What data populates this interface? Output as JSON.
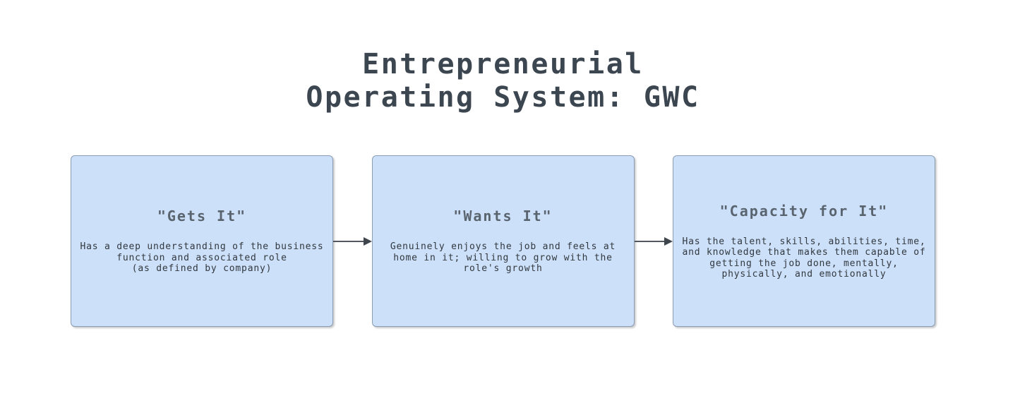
{
  "title": "Entrepreneurial\nOperating System: GWC",
  "boxes": [
    {
      "heading": "\"Gets It\"",
      "body": "Has a deep understanding of the business\nfunction and associated role\n(as defined by company)"
    },
    {
      "heading": "\"Wants It\"",
      "body": "Genuinely enjoys the job and feels at\nhome in it; willing to grow with the\nrole's growth"
    },
    {
      "heading": "\"Capacity for It\"",
      "body": "Has the talent, skills, abilities, time,\nand knowledge that makes them capable of\ngetting the job done, mentally,\nphysically, and emotionally"
    }
  ],
  "colors": {
    "background": "#FFFFFF",
    "box_fill": "#CCE0FA",
    "box_border": "#8C9CB5",
    "title_text": "#3C4650",
    "heading_text": "#5A646E",
    "body_text": "#32383E",
    "arrow": "#50575E",
    "arrow_head": "#3E454C"
  }
}
